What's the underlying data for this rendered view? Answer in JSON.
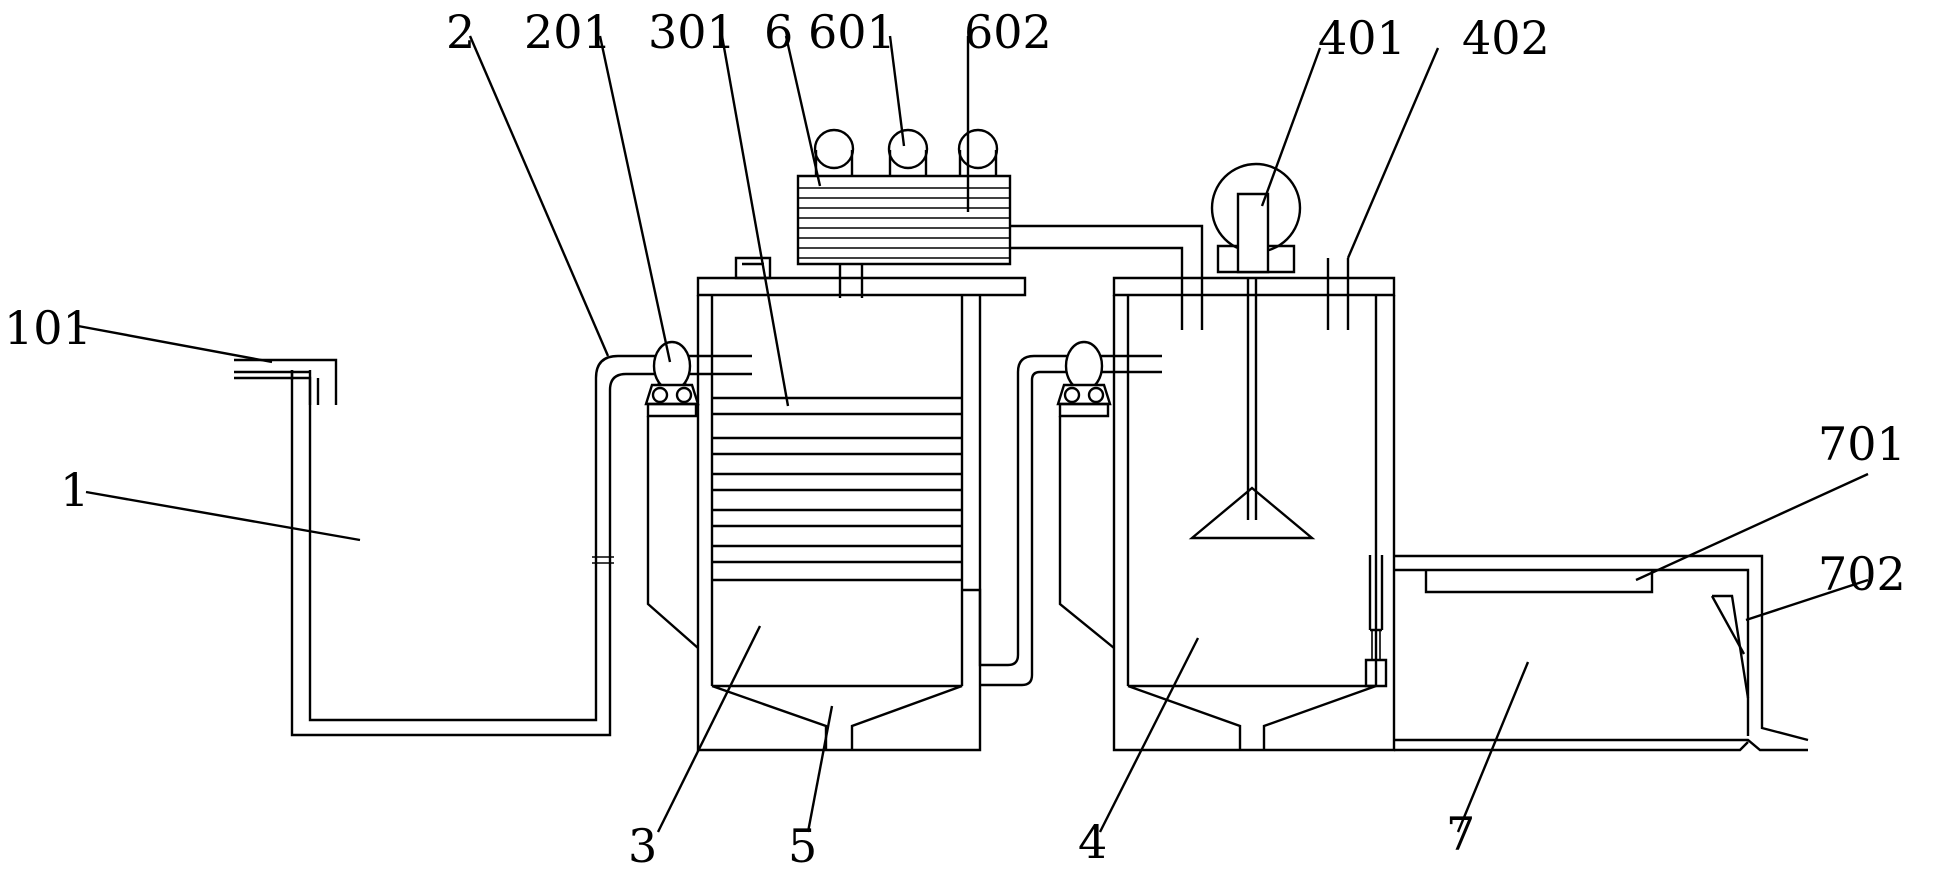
{
  "colors": {
    "line": "#000000",
    "background": "#ffffff"
  },
  "labels": {
    "l101": "101",
    "l1": "1",
    "l2": "2",
    "l201": "201",
    "l301": "301",
    "l6": "6",
    "l601": "601",
    "l602": "602",
    "l401": "401",
    "l402": "402",
    "l701": "701",
    "l702": "702",
    "l3": "3",
    "l5": "5",
    "l4": "4",
    "l7": "7"
  }
}
